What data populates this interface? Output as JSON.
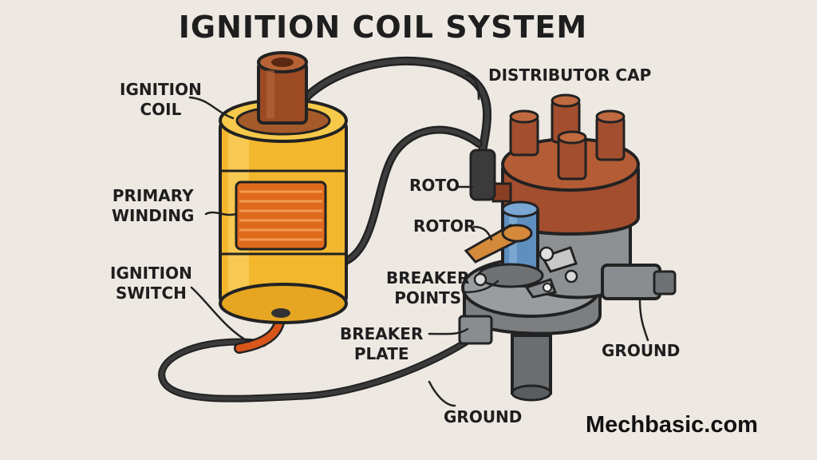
{
  "title": "IGNITION COIL SYSTEM",
  "labels": {
    "ignition_coil": "IGNITION\nCOIL",
    "primary_winding": "PRIMARY\nWINDING",
    "ignition_switch": "IGNITION\nSWITCH",
    "distributor_cap": "DISTRIBUTOR CAP",
    "roto": "ROTO",
    "rotor": "ROTOR",
    "breaker_points": "BREAKER\nPOINTS",
    "breaker_plate": "BREAKER\nPLATE",
    "ground_left": "GROUND",
    "ground_right": "GROUND"
  },
  "brand": "Mechbasic.com",
  "colors": {
    "coil_body": "#f3b72d",
    "coil_tower": "#9b4a24",
    "winding": "#e06a1c",
    "distributor_cap": "#a24e2f",
    "housing": "#8a8d90",
    "rotor": "#5f8fbf",
    "primary_wire": "#d9561a",
    "hv_lead": "#2b2b2b",
    "background": "#ede8e2"
  }
}
